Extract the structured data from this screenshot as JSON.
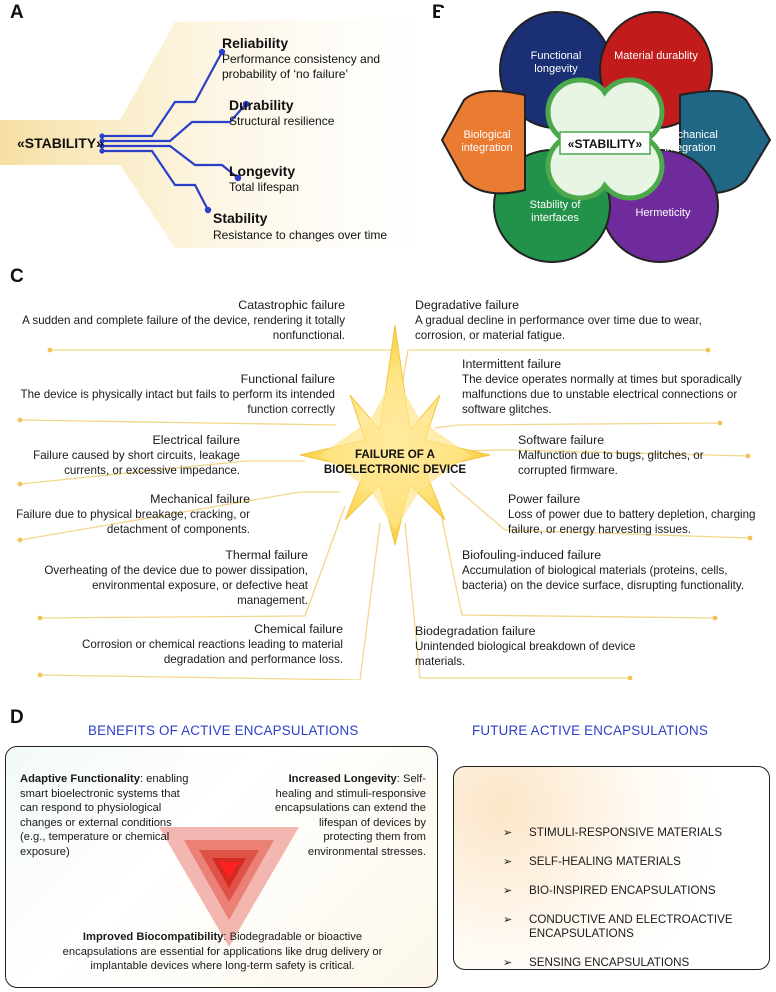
{
  "panel_a": {
    "letter": "A",
    "center": "«STABILITY»",
    "items": [
      {
        "title": "Reliability",
        "desc": "Performance consistency and probability of ‘no failure’"
      },
      {
        "title": "Durability",
        "desc": "Structural resilience"
      },
      {
        "title": "Longevity",
        "desc": "Total lifespan"
      },
      {
        "title": "Stability",
        "desc": "Resistance to changes over time"
      }
    ]
  },
  "panel_b": {
    "letter": "B",
    "center": "«STABILITY»",
    "petals": [
      {
        "label": "Functional longevity",
        "color": "#1b2f74"
      },
      {
        "label": "Material durablity",
        "color": "#c11b1b"
      },
      {
        "label": "Mechanical integration",
        "color": "#1f6785"
      },
      {
        "label": "Hermeticity",
        "color": "#6f2a9c"
      },
      {
        "label": "Stability of interfaces",
        "color": "#22914a"
      },
      {
        "label": "Biological integration",
        "color": "#ea7b33"
      }
    ]
  },
  "panel_c": {
    "letter": "C",
    "center": "FAILURE OF A BIOELECTRONIC DEVICE",
    "left": [
      {
        "title": "Catastrophic failure",
        "desc": "A sudden and complete failure of the device, rendering it totally nonfunctional."
      },
      {
        "title": "Functional failure",
        "desc": "The device is physically intact but fails to perform its intended function correctly"
      },
      {
        "title": "Electrical failure",
        "desc": "Failure caused by short circuits, leakage currents, or excessive impedance."
      },
      {
        "title": "Mechanical failure",
        "desc": "Failure due to physical breakage, cracking, or detachment of components."
      },
      {
        "title": "Thermal failure",
        "desc": "Overheating of the device due to power dissipation, environmental exposure, or defective heat management."
      },
      {
        "title": "Chemical failure",
        "desc": "Corrosion or chemical reactions leading to material degradation and performance loss."
      }
    ],
    "right": [
      {
        "title": "Degradative failure",
        "desc": "A gradual decline in performance over time due to wear, corrosion, or material fatigue."
      },
      {
        "title": "Intermittent failure",
        "desc": "The device operates normally at times but sporadically malfunctions due to unstable electrical connections or software glitches."
      },
      {
        "title": "Software failure",
        "desc": "Malfunction due to bugs, glitches, or corrupted firmware."
      },
      {
        "title": "Power failure",
        "desc": "Loss of power due to battery depletion, charging failure, or energy harvesting issues."
      },
      {
        "title": "Biofouling-induced failure",
        "desc": "Accumulation of biological materials (proteins, cells, bacteria) on the device surface, disrupting functionality."
      },
      {
        "title": "Biodegradation failure",
        "desc": "Unintended biological breakdown of device materials."
      }
    ]
  },
  "panel_d": {
    "letter": "D",
    "benefits_heading": "BENEFITS OF ACTIVE ENCAPSULATIONS",
    "future_heading": "FUTURE ACTIVE ENCAPSULATIONS",
    "adaptive": {
      "title": "Adaptive Functionality",
      "desc": ": enabling smart bioelectronic systems that can respond to physiological changes or external conditions (e.g., temperature or chemical exposure)"
    },
    "longevity": {
      "title": "Increased Longevity",
      "desc": ": Self-healing and stimuli-responsive encapsulations can extend the lifespan of devices by protecting them from environmental stresses."
    },
    "biocompat": {
      "title": "Improved Biocompatibility",
      "desc": ": Biodegradable or bioactive encapsulations are essential for applications like drug delivery or implantable devices where long-term safety is critical."
    },
    "future_items": [
      "STIMULI-RESPONSIVE MATERIALS",
      "SELF-HEALING MATERIALS",
      "BIO-INSPIRED ENCAPSULATIONS",
      "CONDUCTIVE AND ELECTROACTIVE ENCAPSULATIONS",
      "SENSING ENCAPSULATIONS"
    ],
    "arrow_glyph": "➢"
  }
}
